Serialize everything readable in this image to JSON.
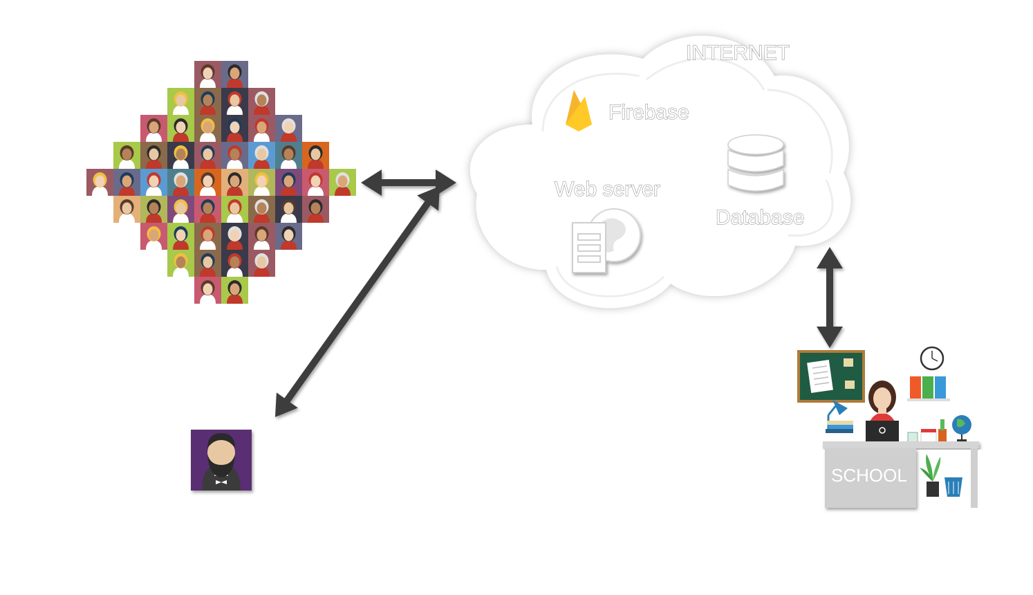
{
  "cloud": {
    "title": "INTERNET",
    "firebase_label": "Firebase",
    "webserver_label": "Web server",
    "database_label": "Database"
  },
  "school": {
    "label": "SCHOOL"
  },
  "icons": {
    "crowd": "user-avatar-grid-icon",
    "single_user": "bearded-man-avatar-icon",
    "firebase": "firebase-flame-icon",
    "webserver": "web-server-globe-icon",
    "database": "database-cylinder-icon",
    "school": "teacher-desk-scene-icon"
  },
  "colors": {
    "arrow": "#3d3d3d",
    "cloud_fill": "#ffffff",
    "firebase_flame": "#f6b52d",
    "board_green": "#1f5c43",
    "board_frame": "#b07a3a",
    "desk": "#cfcfcf"
  }
}
